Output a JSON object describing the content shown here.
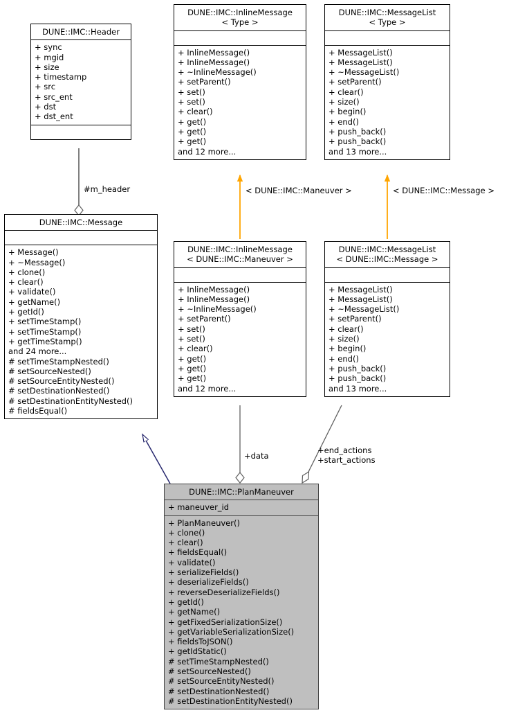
{
  "diagram": {
    "kind": "uml-class-diagram",
    "background": "#ffffff",
    "highlight_fill": "#bfbfbf",
    "inheritance_color": "#27286e",
    "template_color": "#ffa500",
    "association_color": "#606060"
  },
  "classes": {
    "header": {
      "title": "DUNE::IMC::Header",
      "attributes": [
        "+ sync",
        "+ mgid",
        "+ size",
        "+ timestamp",
        "+ src",
        "+ src_ent",
        "+ dst",
        "+ dst_ent"
      ],
      "operations": []
    },
    "inline_message_generic": {
      "title": "DUNE::IMC::InlineMessage\n< Type >",
      "attributes": [],
      "operations": [
        "+ InlineMessage()",
        "+ InlineMessage()",
        "+ ~InlineMessage()",
        "+ setParent()",
        "+ set()",
        "+ set()",
        "+ clear()",
        "+ get()",
        "+ get()",
        "+ get()",
        "and 12 more..."
      ]
    },
    "message_list_generic": {
      "title": "DUNE::IMC::MessageList\n< Type >",
      "attributes": [],
      "operations": [
        "+ MessageList()",
        "+ MessageList()",
        "+ ~MessageList()",
        "+ setParent()",
        "+ clear()",
        "+ size()",
        "+ begin()",
        "+ end()",
        "+ push_back()",
        "+ push_back()",
        "and 13 more..."
      ]
    },
    "message": {
      "title": "DUNE::IMC::Message",
      "attributes": [],
      "operations": [
        "+ Message()",
        "+ ~Message()",
        "+ clone()",
        "+ clear()",
        "+ validate()",
        "+ getName()",
        "+ getId()",
        "+ setTimeStamp()",
        "+ setTimeStamp()",
        "+ getTimeStamp()",
        "and 24 more...",
        "# setTimeStampNested()",
        "# setSourceNested()",
        "# setSourceEntityNested()",
        "# setDestinationNested()",
        "# setDestinationEntityNested()",
        "# fieldsEqual()"
      ]
    },
    "inline_message_maneuver": {
      "title": "DUNE::IMC::InlineMessage\n< DUNE::IMC::Maneuver >",
      "attributes": [],
      "operations": [
        "+ InlineMessage()",
        "+ InlineMessage()",
        "+ ~InlineMessage()",
        "+ setParent()",
        "+ set()",
        "+ set()",
        "+ clear()",
        "+ get()",
        "+ get()",
        "+ get()",
        "and 12 more..."
      ]
    },
    "message_list_message": {
      "title": "DUNE::IMC::MessageList\n< DUNE::IMC::Message >",
      "attributes": [],
      "operations": [
        "+ MessageList()",
        "+ MessageList()",
        "+ ~MessageList()",
        "+ setParent()",
        "+ clear()",
        "+ size()",
        "+ begin()",
        "+ end()",
        "+ push_back()",
        "+ push_back()",
        "and 13 more..."
      ]
    },
    "plan_maneuver": {
      "title": "DUNE::IMC::PlanManeuver",
      "attributes": [
        "+ maneuver_id"
      ],
      "operations": [
        "+ PlanManeuver()",
        "+ clone()",
        "+ clear()",
        "+ fieldsEqual()",
        "+ validate()",
        "+ serializeFields()",
        "+ deserializeFields()",
        "+ reverseDeserializeFields()",
        "+ getId()",
        "+ getName()",
        "+ getFixedSerializationSize()",
        "+ getVariableSerializationSize()",
        "+ fieldsToJSON()",
        "+ getIdStatic()",
        "# setTimeStampNested()",
        "# setSourceNested()",
        "# setSourceEntityNested()",
        "# setDestinationNested()",
        "# setDestinationEntityNested()"
      ]
    }
  },
  "edge_labels": {
    "m_header": "#m_header",
    "maneuver_template": "< DUNE::IMC::Maneuver >",
    "message_template": "< DUNE::IMC::Message >",
    "data": "+data",
    "actions": "+end_actions\n+start_actions"
  }
}
